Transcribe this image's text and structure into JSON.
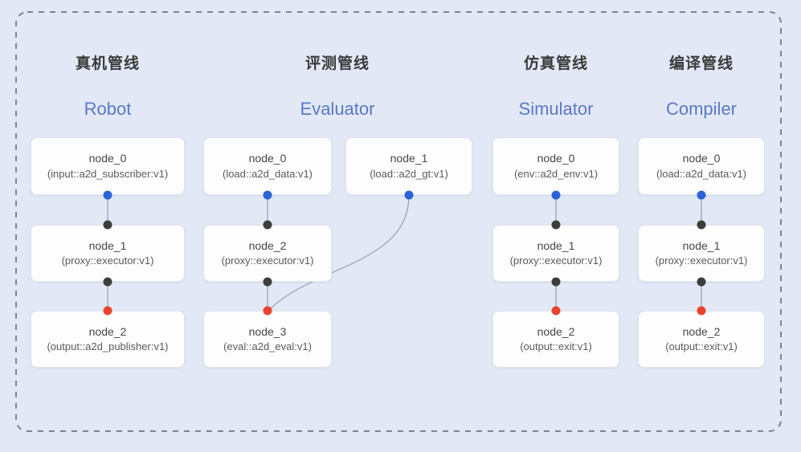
{
  "diagram": {
    "pipelines": [
      {
        "id": "robot",
        "title_zh": "真机管线",
        "title_en": "Robot",
        "nodes": [
          {
            "name": "node_0",
            "type": "(input::a2d_subscriber:v1)"
          },
          {
            "name": "node_1",
            "type": "(proxy::executor:v1)"
          },
          {
            "name": "node_2",
            "type": "(output::a2d_publisher:v1)"
          }
        ]
      },
      {
        "id": "evaluator",
        "title_zh": "评测管线",
        "title_en": "Evaluator",
        "nodes": [
          {
            "name": "node_0",
            "type": "(load::a2d_data:v1)"
          },
          {
            "name": "node_1",
            "type": "(load::a2d_gt:v1)"
          },
          {
            "name": "node_2",
            "type": "(proxy::executor:v1)"
          },
          {
            "name": "node_3",
            "type": "(eval::a2d_eval:v1)"
          }
        ]
      },
      {
        "id": "simulator",
        "title_zh": "仿真管线",
        "title_en": "Simulator",
        "nodes": [
          {
            "name": "node_0",
            "type": "(env::a2d_env:v1)"
          },
          {
            "name": "node_1",
            "type": "(proxy::executor:v1)"
          },
          {
            "name": "node_2",
            "type": "(output::exit:v1)"
          }
        ]
      },
      {
        "id": "compiler",
        "title_zh": "编译管线",
        "title_en": "Compiler",
        "nodes": [
          {
            "name": "node_0",
            "type": "(load::a2d_data:v1)"
          },
          {
            "name": "node_1",
            "type": "(proxy::executor:v1)"
          },
          {
            "name": "node_2",
            "type": "(output::exit:v1)"
          }
        ]
      }
    ]
  },
  "colors": {
    "background": "#e2e8f6",
    "dashed_border": "#7f848e",
    "edge": "#9fa8bd",
    "port_source": "#2b62d9",
    "port_executor": "#3d3d3d",
    "port_sink": "#e8432e",
    "title_en": "#5b78c4",
    "title_zh": "#3a3a3a"
  }
}
